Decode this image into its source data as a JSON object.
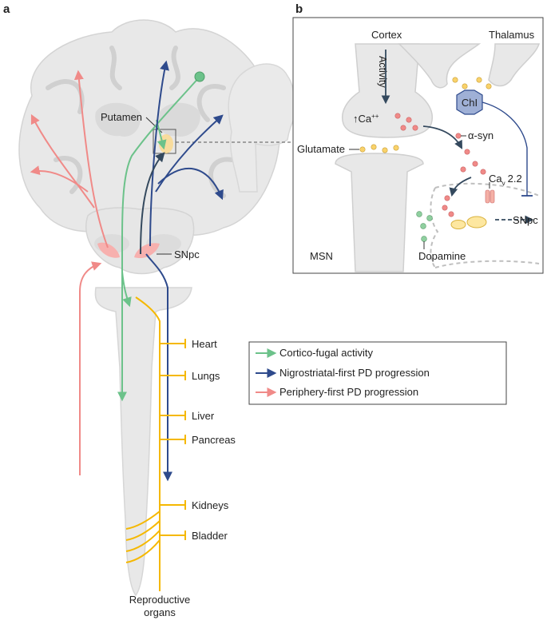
{
  "panel_a": {
    "letter": "a",
    "putamen": "Putamen",
    "snpc": "SNpc",
    "organs": [
      "Heart",
      "Lungs",
      "Liver",
      "Pancreas",
      "Kidneys",
      "Bladder"
    ],
    "reproductive_line1": "Reproductive",
    "reproductive_line2": "organs",
    "legend": [
      {
        "label": "Cortico-fugal activity",
        "color": "#6cc28a"
      },
      {
        "label": "Nigrostriatal-first PD progression",
        "color": "#2e4a8c"
      },
      {
        "label": "Periphery-first PD progression",
        "color": "#f08a88"
      }
    ]
  },
  "panel_b": {
    "letter": "b",
    "cortex": "Cortex",
    "thalamus": "Thalamus",
    "activity": "Activity",
    "calcium": "↑Ca",
    "calcium_sup": "++",
    "alpha_syn": "α-syn",
    "glutamate": "Glutamate",
    "chi": "ChI",
    "cav": "Ca",
    "cav_sub": "v",
    "cav_num": "2.2",
    "snpc": "SNpc",
    "msn": "MSN",
    "dopamine": "Dopamine"
  },
  "colors": {
    "green": "#6cc28a",
    "navy": "#2e4a8c",
    "pink": "#f08a88",
    "yellow": "#f5b800",
    "tissue": "#e6e6e6",
    "tissue_dark": "#d2d2d2"
  }
}
